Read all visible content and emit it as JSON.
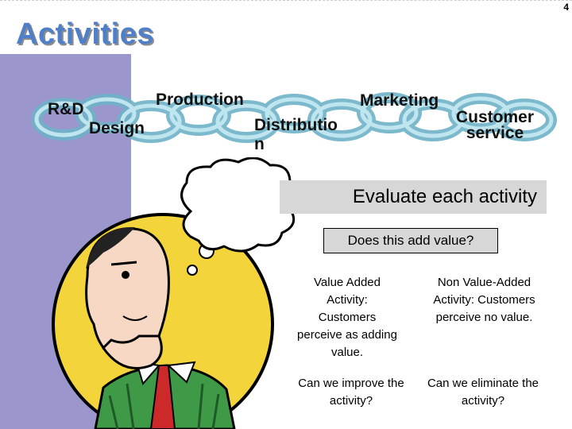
{
  "slide": {
    "number": "4",
    "title": "Activities"
  },
  "chain": {
    "labels": {
      "rd": "R&D",
      "design": "Design",
      "production": "Production",
      "distribution_line1": "Distributio",
      "distribution_line2": "n",
      "marketing": "Marketing",
      "customer_line1": "Customer",
      "customer_line2": "service"
    }
  },
  "evaluate": {
    "text": "Evaluate each activity"
  },
  "question": {
    "text": "Does this add value?"
  },
  "grid": {
    "value_added": "Value Added Activity: Customers perceive as adding value.",
    "non_value_added": "Non Value-Added Activity: Customers perceive no value.",
    "improve": "Can we improve the activity?",
    "eliminate": "Can we eliminate the activity?"
  },
  "colors": {
    "left_bar": "#9b97cc",
    "title": "#4f7fc8",
    "chain": "#8ed0e0",
    "box": "#d7d7d7",
    "circle": "#f3d43a",
    "shirt": "#3f9a47",
    "tie": "#cc2a2a"
  },
  "icons": [
    "chain-icon",
    "thought-cloud-icon",
    "thinking-man-icon"
  ]
}
